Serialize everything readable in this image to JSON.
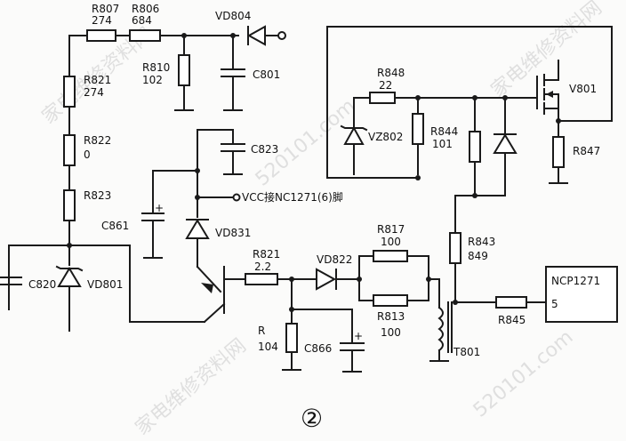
{
  "components": {
    "r807": {
      "ref": "R807",
      "value": "274"
    },
    "r806": {
      "ref": "R806",
      "value": "684"
    },
    "vd804": {
      "ref": "VD804"
    },
    "r810": {
      "ref": "R810",
      "value": "102"
    },
    "c801": {
      "ref": "C801"
    },
    "r821_top": {
      "ref": "R821",
      "value": "274"
    },
    "r822": {
      "ref": "R822",
      "value": "0"
    },
    "r823": {
      "ref": "R823"
    },
    "c861": {
      "ref": "C861"
    },
    "c820": {
      "ref": "C820"
    },
    "vd801": {
      "ref": "VD801"
    },
    "c823": {
      "ref": "C823"
    },
    "vcc_note": "VCC接NC1271(6)脚",
    "vd831": {
      "ref": "VD831"
    },
    "r821_mid": {
      "ref": "R821",
      "value": "2.2"
    },
    "vd822": {
      "ref": "VD822"
    },
    "r817": {
      "ref": "R817",
      "value": "100"
    },
    "r813": {
      "ref": "R813",
      "value": "100"
    },
    "r_bot": {
      "ref": "R",
      "value": "104"
    },
    "c866": {
      "ref": "C866"
    },
    "t801": {
      "ref": "T801"
    },
    "r848": {
      "ref": "R848",
      "value": "22"
    },
    "vz802": {
      "ref": "VZ802"
    },
    "r844": {
      "ref": "R844",
      "value": "101"
    },
    "v801": {
      "ref": "V801"
    },
    "r847": {
      "ref": "R847"
    },
    "r843": {
      "ref": "R843",
      "value": "849"
    },
    "r845": {
      "ref": "R845"
    },
    "ncp": {
      "ref": "NCP1271",
      "pin": "5"
    }
  },
  "figure_number": "②",
  "watermarks": [
    "家电维修资料网",
    "520101.com",
    "家电维修资料网",
    "家电维修资料网",
    "520101.com"
  ]
}
